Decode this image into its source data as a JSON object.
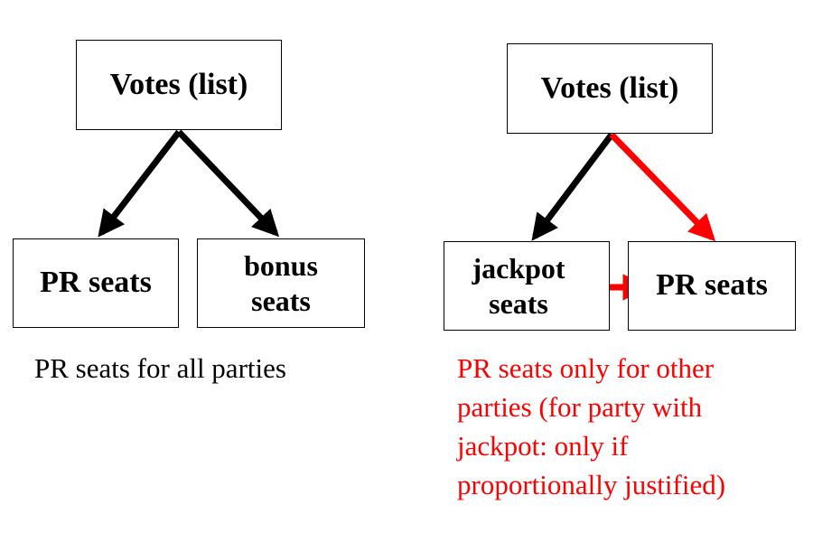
{
  "colors": {
    "primary": "#000000",
    "highlight": "#ff0000"
  },
  "left_diagram": {
    "top_box": "Votes (list)",
    "child_left": "PR seats",
    "child_right_lines": [
      "bonus",
      "seats"
    ],
    "caption": "PR seats for all parties"
  },
  "right_diagram": {
    "top_box": "Votes (list)",
    "child_left_lines": [
      "jackpot",
      "seats"
    ],
    "child_right": "PR seats",
    "caption_lines": [
      "PR seats only for other",
      "parties (for party with",
      "jackpot: only if",
      "proportionally justified)"
    ]
  }
}
